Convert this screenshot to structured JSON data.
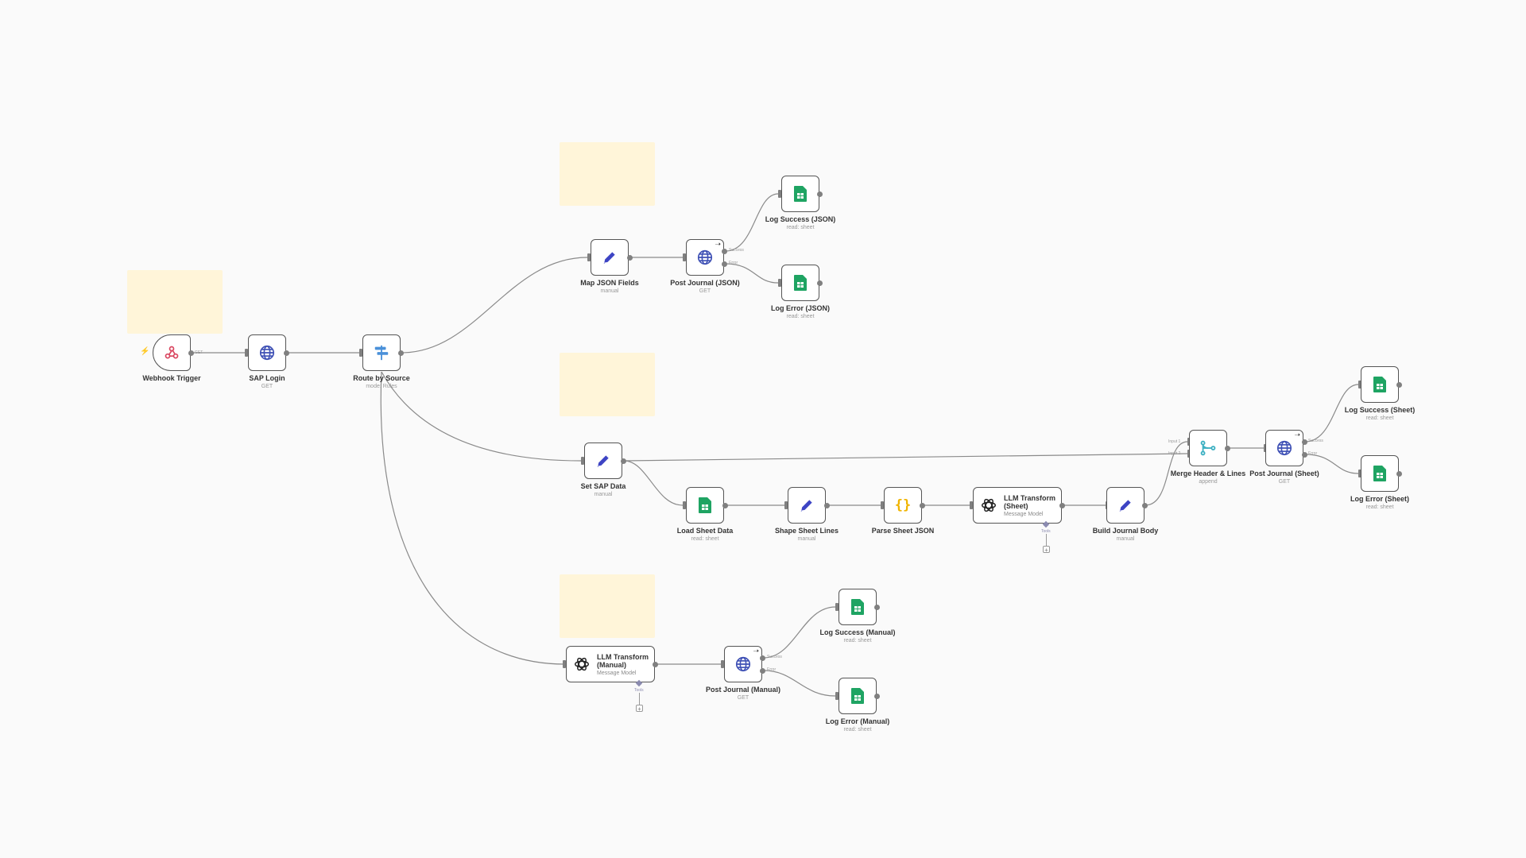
{
  "canvas": {
    "colors": {
      "background": "#fafafa",
      "sticky": "#fff5d9",
      "edge": "#8a8a8a",
      "sheets_green": "#1fa463",
      "http_blue": "#3f51b5",
      "edit_blue": "#3d44c4",
      "router_blue": "#4a90d9",
      "code_orange": "#f0b400",
      "merge_teal": "#3db0c2",
      "webhook_red": "#d9455f"
    }
  },
  "nodes": {
    "webhook_trigger": {
      "label": "Webhook Trigger",
      "sub": "",
      "icon": "webhook-icon"
    },
    "sap_login": {
      "label": "SAP Login",
      "sub": "GET",
      "icon": "globe-icon"
    },
    "route_by_source": {
      "label": "Route by Source",
      "sub": "mode: Rules",
      "icon": "router-icon"
    },
    "map_json_fields": {
      "label": "Map JSON Fields",
      "sub": "manual",
      "icon": "pencil-icon"
    },
    "post_journal_json": {
      "label": "Post Journal (JSON)",
      "sub": "GET",
      "icon": "globe-icon"
    },
    "log_success_json": {
      "label": "Log Success (JSON)",
      "sub": "read: sheet",
      "icon": "sheets-icon"
    },
    "log_error_json": {
      "label": "Log Error (JSON)",
      "sub": "read: sheet",
      "icon": "sheets-icon"
    },
    "set_sap_data": {
      "label": "Set SAP Data",
      "sub": "manual",
      "icon": "pencil-icon"
    },
    "load_sheet_data": {
      "label": "Load Sheet Data",
      "sub": "read: sheet",
      "icon": "sheets-icon"
    },
    "shape_sheet_lines": {
      "label": "Shape Sheet Lines",
      "sub": "manual",
      "icon": "pencil-icon"
    },
    "parse_sheet_json": {
      "label": "Parse Sheet JSON",
      "sub": "",
      "icon": "code-braces-icon"
    },
    "llm_transform_sheet": {
      "label_line1": "LLM Transform",
      "label_line2": "(Sheet)",
      "sub": "Message Model",
      "icon": "openai-icon"
    },
    "build_journal_body": {
      "label": "Build Journal Body",
      "sub": "manual",
      "icon": "pencil-icon"
    },
    "merge_header_lines": {
      "label": "Merge Header & Lines",
      "sub": "append",
      "icon": "merge-icon"
    },
    "post_journal_sheet": {
      "label": "Post Journal (Sheet)",
      "sub": "GET",
      "icon": "globe-icon"
    },
    "log_success_sheet": {
      "label": "Log Success (Sheet)",
      "sub": "read: sheet",
      "icon": "sheets-icon"
    },
    "log_error_sheet": {
      "label": "Log Error (Sheet)",
      "sub": "read: sheet",
      "icon": "sheets-icon"
    },
    "llm_transform_manual": {
      "label_line1": "LLM Transform",
      "label_line2": "(Manual)",
      "sub": "Message Model",
      "icon": "openai-icon"
    },
    "post_journal_manual": {
      "label": "Post Journal (Manual)",
      "sub": "GET",
      "icon": "globe-icon"
    },
    "log_success_manual": {
      "label": "Log Success (Manual)",
      "sub": "read: sheet",
      "icon": "sheets-icon"
    },
    "log_error_manual": {
      "label": "Log Error (Manual)",
      "sub": "read: sheet",
      "icon": "sheets-icon"
    }
  },
  "port_labels": {
    "get": "GET",
    "success": "Success",
    "error": "Error",
    "input1": "Input 1",
    "input2": "Input 2",
    "tools": "Tools"
  }
}
